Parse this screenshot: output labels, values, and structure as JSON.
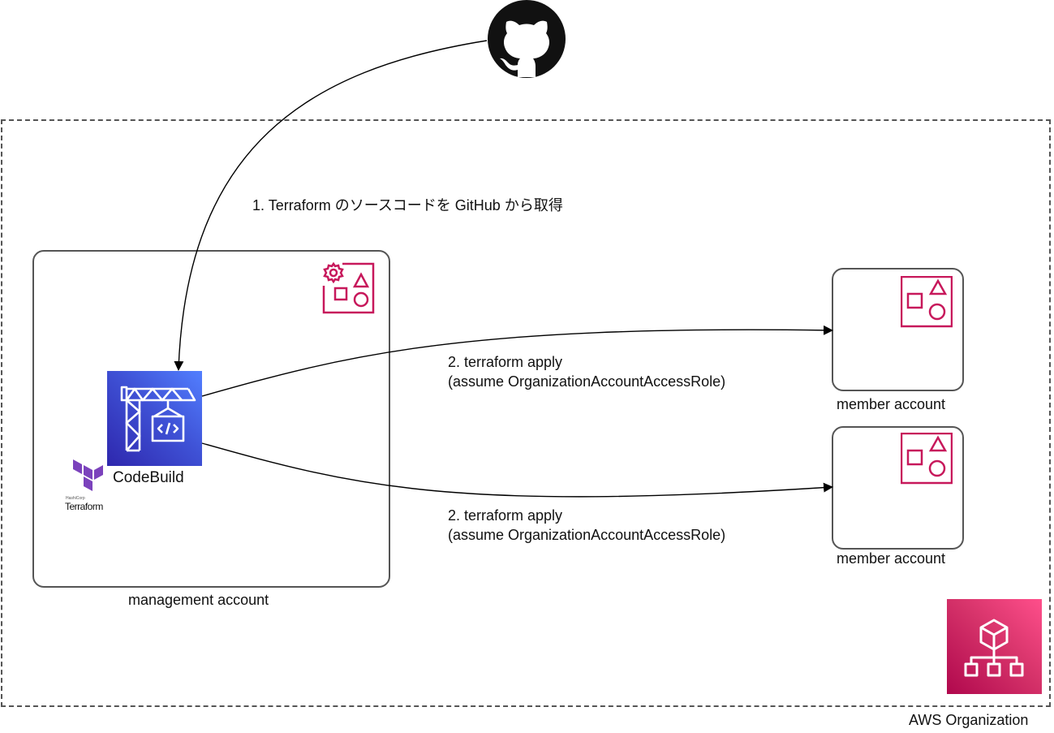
{
  "diagram": {
    "organization": {
      "label": "AWS Organization",
      "icon": "aws-organizations-icon",
      "color": "#d6336a"
    },
    "management_account": {
      "label": "management account",
      "icon": "management-account-icon",
      "color": "#c7185b"
    },
    "codebuild": {
      "label": "CodeBuild",
      "icon": "aws-codebuild-icon",
      "color": "#3f52d6"
    },
    "terraform": {
      "label": "Terraform",
      "sublabel": "HashiCorp",
      "icon": "terraform-logo-icon",
      "color": "#7b42bc"
    },
    "github": {
      "icon": "github-icon"
    },
    "member_accounts": [
      {
        "label": "member account",
        "icon": "member-account-icon"
      },
      {
        "label": "member account",
        "icon": "member-account-icon"
      }
    ],
    "edges": [
      {
        "from": "github",
        "to": "codebuild",
        "label": "1. Terraform のソースコードを GitHub から取得"
      },
      {
        "from": "codebuild",
        "to": "member-account-1",
        "label_line1": "2. terraform apply",
        "label_line2": "(assume OrganizationAccountAccessRole)"
      },
      {
        "from": "codebuild",
        "to": "member-account-2",
        "label_line1": "2. terraform apply",
        "label_line2": "(assume OrganizationAccountAccessRole)"
      }
    ],
    "accent_color": "#c7185b"
  }
}
